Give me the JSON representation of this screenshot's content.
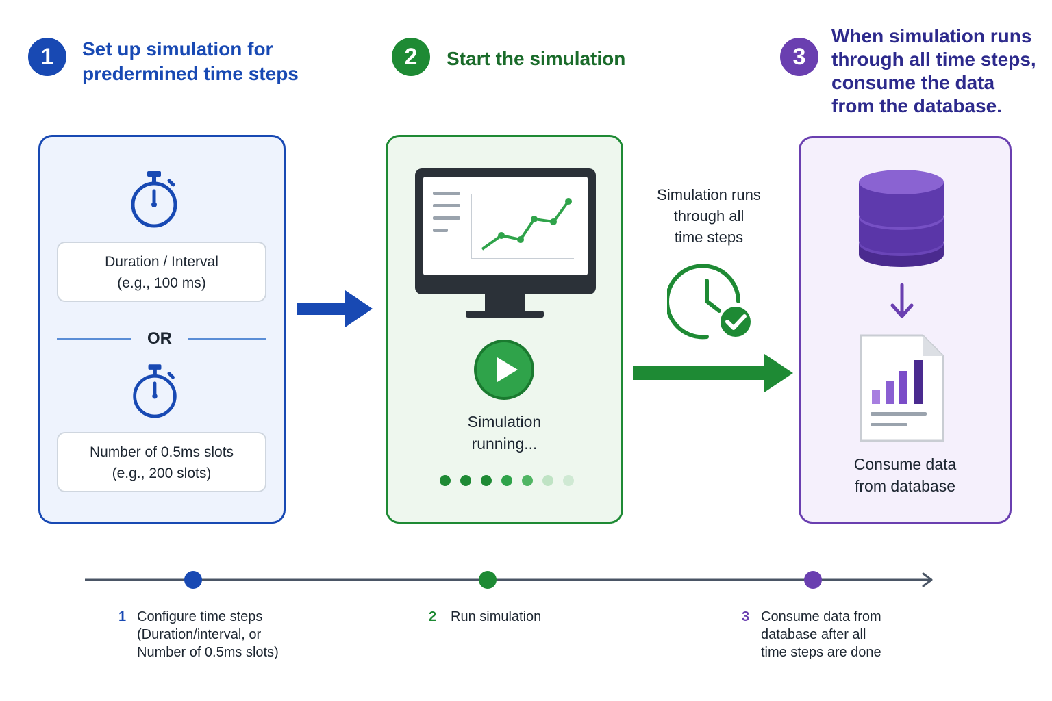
{
  "colors": {
    "blue": "#1849b3",
    "blue_light": "#eef3fd",
    "green": "#1e8a34",
    "green_dark": "#1a6b2a",
    "green_light": "#eef7ee",
    "purple": "#6a3fb0",
    "purple_light": "#f5f0fc",
    "line": "#4a5565"
  },
  "steps": [
    {
      "number": "1",
      "title_lines": [
        "Set up simulation for",
        "predermined time steps"
      ]
    },
    {
      "number": "2",
      "title_lines": [
        "Start the simulation"
      ]
    },
    {
      "number": "3",
      "title_lines": [
        "When simulation runs",
        "through all time steps,",
        "consume the data",
        "from the database."
      ]
    }
  ],
  "panel1": {
    "icons": [
      "stopwatch-icon",
      "stopwatch-icon"
    ],
    "duration_label": "Duration / Interval",
    "duration_example": "(e.g., 100 ms)",
    "or_label": "OR",
    "slots_label": "Number of 0.5ms slots",
    "slots_example": "(e.g., 200 slots)"
  },
  "panel2": {
    "icons": [
      "monitor-chart-icon",
      "play-icon"
    ],
    "status_lines": [
      "Simulation",
      "running..."
    ],
    "progress_dots_total": 7,
    "progress_dots_done": 5
  },
  "connector": {
    "icon": "clock-check-icon",
    "label_lines": [
      "Simulation runs",
      "through all",
      "time steps"
    ]
  },
  "panel3": {
    "icons": [
      "database-icon",
      "arrow-down-icon",
      "report-document-icon"
    ],
    "label_lines": [
      "Consume data",
      "from database"
    ]
  },
  "timeline": [
    {
      "number": "1",
      "lines": [
        "Configure time steps",
        "(Duration/interval, or",
        "Number of 0.5ms slots)"
      ]
    },
    {
      "number": "2",
      "lines": [
        "Run simulation"
      ]
    },
    {
      "number": "3",
      "lines": [
        "Consume data from",
        "database after all",
        "time steps are done"
      ]
    }
  ]
}
